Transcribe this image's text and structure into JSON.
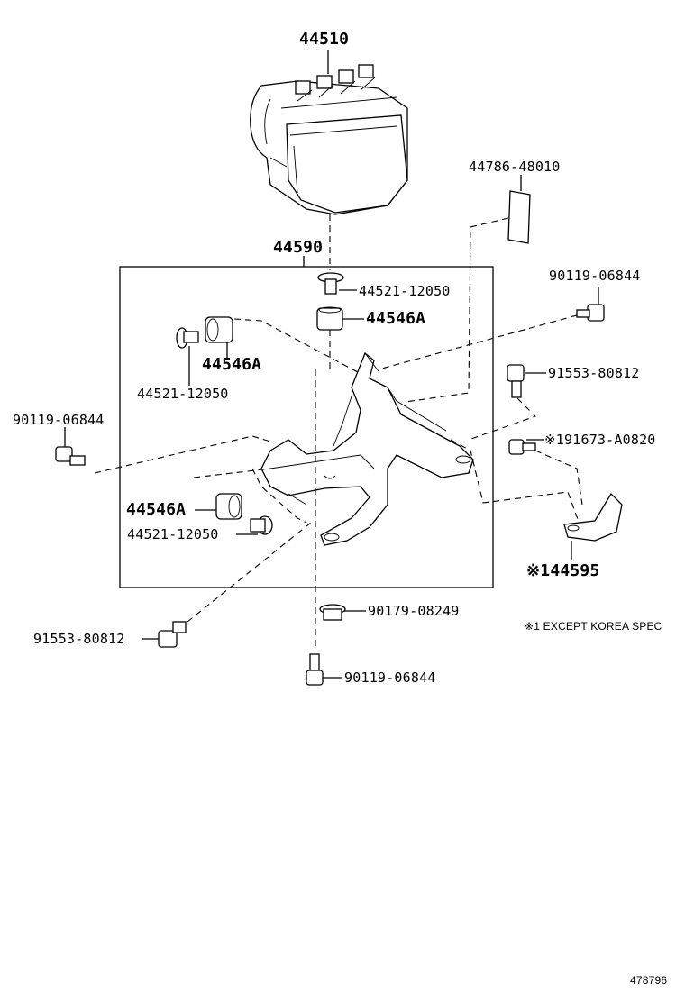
{
  "labels": {
    "p44510": "44510",
    "p44590": "44590",
    "p44786": "44786-48010",
    "p90119_a": "90119-06844",
    "p44521_a": "44521-12050",
    "p44546_a": "44546A",
    "p44546_b": "44546A",
    "p44521_b": "44521-12050",
    "p91553_a": "91553-80812",
    "p90119_b": "90119-06844",
    "p91673": "※191673-A0820",
    "p44546_c": "44546A",
    "p44521_c": "44521-12050",
    "p44595": "※144595",
    "p91553_b": "91553-80812",
    "p90179": "90179-08249",
    "p90119_c": "90119-06844",
    "note": "※1 EXCEPT KOREA SPEC",
    "figure_no": "478796"
  }
}
